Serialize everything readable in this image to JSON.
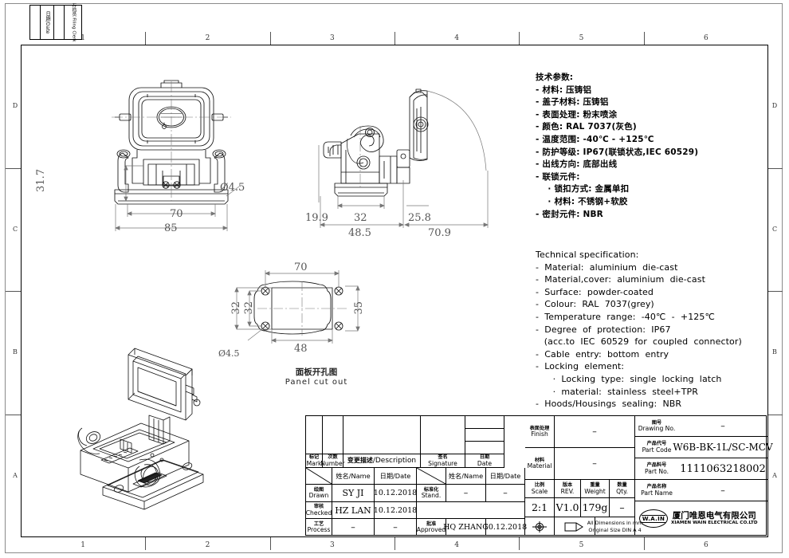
{
  "sheet": {
    "zone_numbers": [
      "1",
      "2",
      "3",
      "4",
      "5",
      "6"
    ],
    "zone_letters": [
      "D",
      "C",
      "B",
      "A"
    ]
  },
  "header_table": {
    "date_label": "日期/Date",
    "filing_clerk_label": "存档员 Filing Clerk"
  },
  "spec_cn": {
    "title": "技术参数:",
    "lines": [
      "- 材料: 压铸铝",
      "- 盖子材料: 压铸铝",
      "- 表面处理: 粉末喷涂",
      "- 颜色: RAL 7037(灰色)",
      "- 温度范围: -40℃ - +125℃",
      "- 防护等级: IP67(联锁状态,IEC 60529)",
      "- 出线方向: 底部出线",
      "- 联锁元件:",
      "    · 锁扣方式: 金属单扣",
      "    · 材料: 不锈钢+软胶",
      "- 密封元件: NBR"
    ]
  },
  "spec_en": {
    "title": "Technical specification:",
    "lines": [
      "-  Material:  aluminium  die-cast",
      "-  Material,cover:  aluminium  die-cast",
      "-  Surface:  powder-coated",
      "-  Colour:  RAL  7037(grey)",
      "-  Temperature  range:  -40℃  -  +125℃",
      "-  Degree  of  protection:  IP67",
      "   (acc.to  IEC  60529  for  coupled  connector)",
      "-  Cable  entry:  bottom  entry",
      "-  Locking  element:",
      "      ·  Locking  type:  single  locking  latch",
      "      ·  material:  stainless  steel+TPR",
      "-  Hoods/Housings  sealing:  NBR"
    ]
  },
  "views": {
    "front": {
      "dims": {
        "height_31_7": "31.7",
        "width_70": "70",
        "width_85": "85",
        "hole_dia": "Ø4.5"
      }
    },
    "side": {
      "dims": {
        "d19_9": "19.9",
        "d32": "32",
        "d25_8": "25.8",
        "d48_5": "48.5",
        "d70_9": "70.9"
      }
    },
    "panel_cutout": {
      "title_cn": "面板开孔图",
      "title_en": "Panel cut out",
      "dims": {
        "top_70": "70",
        "left_32_outer": "32",
        "left_32_inner": "32",
        "right_35": "35",
        "bottom_48": "48",
        "hole_dia": "Ø4.5"
      }
    }
  },
  "title_block": {
    "revision": {
      "mark_cn": "标记",
      "mark_en": "Mark",
      "number_cn": "次数",
      "number_en": "Number",
      "description_cn": "变更描述",
      "description_en": "/Description",
      "signature_cn": "签名",
      "signature_en": "Signature",
      "date_cn": "日期",
      "date_en": "Date"
    },
    "signoff": {
      "name_hdr": "姓名/Name",
      "date_hdr": "日期/Date",
      "rows": [
        {
          "role_cn": "绘图",
          "role_en": "Drawn",
          "name": "SY JI",
          "date": "10.12.2018"
        },
        {
          "role_cn": "审核",
          "role_en": "Checked",
          "name": "HZ LAN",
          "date": "10.12.2018"
        },
        {
          "role_cn": "工艺",
          "role_en": "Process",
          "name": "–",
          "date": "–"
        }
      ],
      "right_rows": [
        {
          "role_cn": "标准化",
          "role_en": "Stand.",
          "name": "–",
          "date": "–"
        },
        {
          "role_cn": "",
          "role_en": "",
          "name": "",
          "date": ""
        },
        {
          "role_cn": "批准",
          "role_en": "Approved",
          "name": "HQ ZHANG",
          "date": "10.12.2018"
        }
      ]
    },
    "finish": {
      "label_cn": "表面处理",
      "label_en": "Finish",
      "value": "–"
    },
    "material": {
      "label_cn": "材料",
      "label_en": "Material",
      "value": "–"
    },
    "scale": {
      "label_cn": "比例",
      "label_en": "Scale",
      "value": "2:1"
    },
    "rev": {
      "label_cn": "版本",
      "label_en": "REV.",
      "value": "V1.0"
    },
    "weight": {
      "label_cn": "重量",
      "label_en": "Weight",
      "value": "179g"
    },
    "qty": {
      "label_cn": "数量",
      "label_en": "Qty.",
      "value": "–"
    },
    "drawing_no": {
      "label_cn": "图号",
      "label_en": "Drawing No.",
      "value": "–"
    },
    "part_code": {
      "label_cn": "产品代号",
      "label_en": "Part Code",
      "value": "W6B-BK-1L/SC-MCV"
    },
    "part_no": {
      "label_cn": "产品料号",
      "label_en": "Part No.",
      "value": "1111063218002"
    },
    "part_name": {
      "label_cn": "产品名称",
      "label_en": "Part Name",
      "value": "–"
    },
    "notes": {
      "line1": "All Dimensions in mm",
      "line2": "Original Size DIN A 4"
    },
    "company": {
      "logo": "W.A.IN",
      "name_cn": "厦门唯恩电气有限公司",
      "name_en": "XIAMEN WAIN ELECTRICAL CO.LTD"
    }
  }
}
